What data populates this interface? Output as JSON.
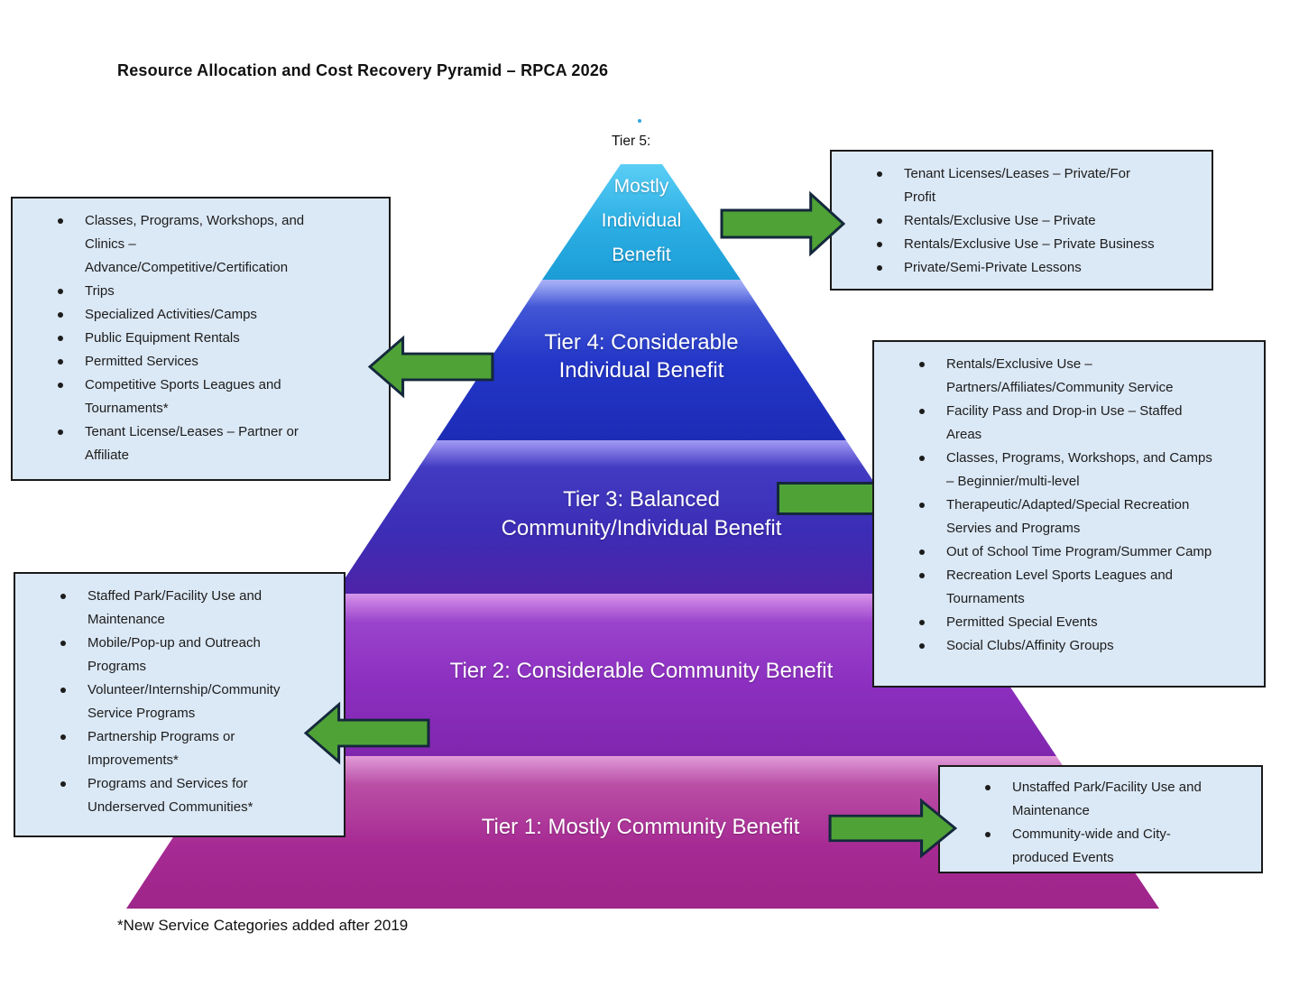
{
  "title": "Resource Allocation and Cost Recovery Pyramid – RPCA 2026",
  "tier5_caption": "Tier 5:",
  "footnote": "*New Service Categories added after 2019",
  "pyramid": {
    "tier5": {
      "label": "Mostly\nIndividual\nBenefit",
      "color": "#29b2e6"
    },
    "tier4": {
      "label": "Tier 4: Considerable\nIndividual Benefit",
      "color": "#2236c6"
    },
    "tier3": {
      "label": "Tier 3: Balanced\nCommunity/Individual Benefit",
      "color": "#3e2cb4"
    },
    "tier2": {
      "label": "Tier 2: Considerable Community Benefit",
      "color": "#8c2fc0"
    },
    "tier1": {
      "label": "Tier 1: Mostly Community Benefit",
      "color": "#a62a93"
    }
  },
  "callouts": {
    "tier5": {
      "items": [
        "Tenant Licenses/Leases – Private/For\nProfit",
        "Rentals/Exclusive Use – Private",
        "Rentals/Exclusive Use – Private Business",
        "Private/Semi-Private Lessons"
      ]
    },
    "tier4": {
      "items": [
        "Classes, Programs, Workshops, and\nClinics –\nAdvance/Competitive/Certification",
        "Trips",
        "Specialized Activities/Camps",
        "Public Equipment Rentals",
        "Permitted Services",
        "Competitive Sports Leagues and\nTournaments*",
        "Tenant License/Leases – Partner or\nAffiliate"
      ]
    },
    "tier3": {
      "items": [
        "Rentals/Exclusive Use –\nPartners/Affiliates/Community Service",
        "Facility Pass and Drop-in Use – Staffed\nAreas",
        "Classes, Programs, Workshops, and Camps\n– Beginnier/multi-level",
        "Therapeutic/Adapted/Special Recreation\nServies and Programs",
        "Out of School Time Program/Summer Camp",
        "Recreation Level Sports Leagues and\nTournaments",
        "Permitted Special Events",
        "Social Clubs/Affinity Groups"
      ]
    },
    "tier2": {
      "items": [
        "Staffed Park/Facility Use and\nMaintenance",
        "Mobile/Pop-up and Outreach\nPrograms",
        "Volunteer/Internship/Community\nService Programs",
        "Partnership Programs or\nImprovements*",
        "Programs and Services for\nUnderserved Communities*"
      ]
    },
    "tier1": {
      "items": [
        "Unstaffed Park/Facility Use and\nMaintenance",
        "Community-wide and City-\nproduced Events"
      ]
    }
  },
  "colors": {
    "arrow-green": "#4fa236",
    "arrow-outline": "#14283c",
    "callout-bg": "#dbe8f5",
    "callout-border": "#1a1a1a"
  }
}
